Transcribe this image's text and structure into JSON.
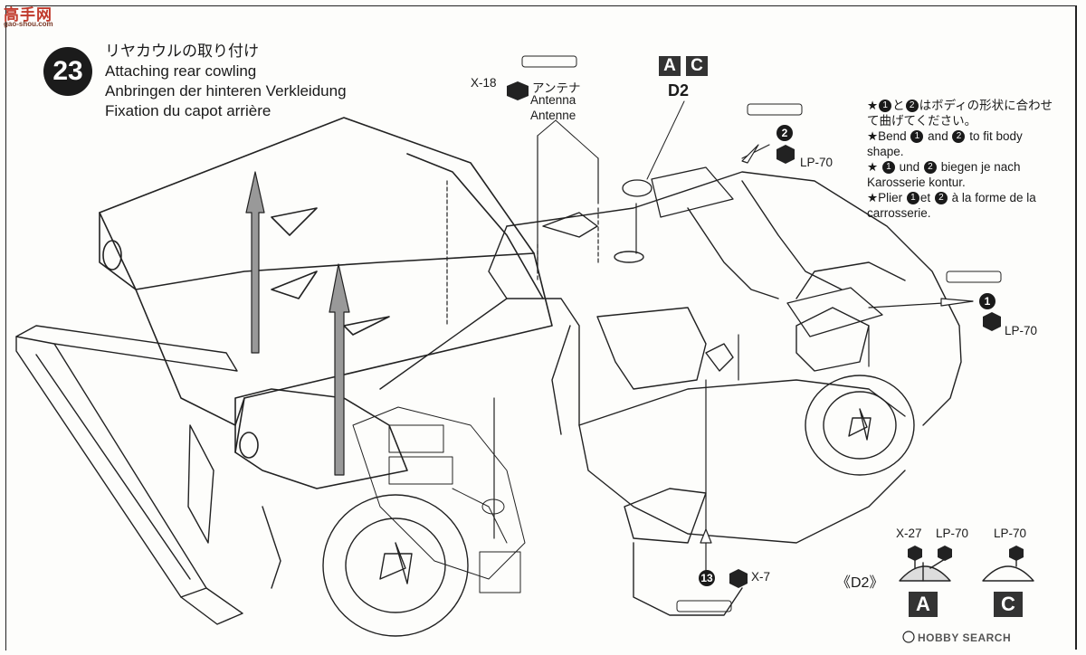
{
  "watermark": {
    "title": "高手网",
    "url": "gao-shou.com"
  },
  "step": {
    "number": "23",
    "title_ja": "リヤカウルの取り付け",
    "title_en": "Attaching rear cowling",
    "title_de": "Anbringen der hinteren Verkleidung",
    "title_fr": "Fixation du capot arrière"
  },
  "antenna": {
    "part": "X-18",
    "label_ja": "アンテナ",
    "label_en": "Antenna",
    "label_de": "Antenne"
  },
  "variant_top": {
    "a": "A",
    "c": "C",
    "part": "D2"
  },
  "paint": {
    "lp70_top": "LP-70",
    "lp70_right": "LP-70",
    "x7": "X-7"
  },
  "callouts": {
    "n1": "1",
    "n2": "2",
    "n13": "13"
  },
  "note": {
    "line1_pre": "★",
    "line1_mid": "と",
    "line1_post": "はボディの形状に合わせて曲げてください。",
    "line2_pre": "★Bend",
    "line2_mid": "and",
    "line2_post": "to fit body shape.",
    "line3_pre": "★",
    "line3_mid": "und",
    "line3_post": "biegen je nach Karosserie kontur.",
    "line4_pre": "★Plier",
    "line4_mid": "et",
    "line4_post": "à la forme de la carrosserie."
  },
  "d2_detail": {
    "label": "《D2》",
    "a_paint1": "X-27",
    "a_paint2": "LP-70",
    "a_box": "A",
    "c_paint": "LP-70",
    "c_box": "C"
  },
  "footer": {
    "brand": "HOBBY SEARCH"
  }
}
